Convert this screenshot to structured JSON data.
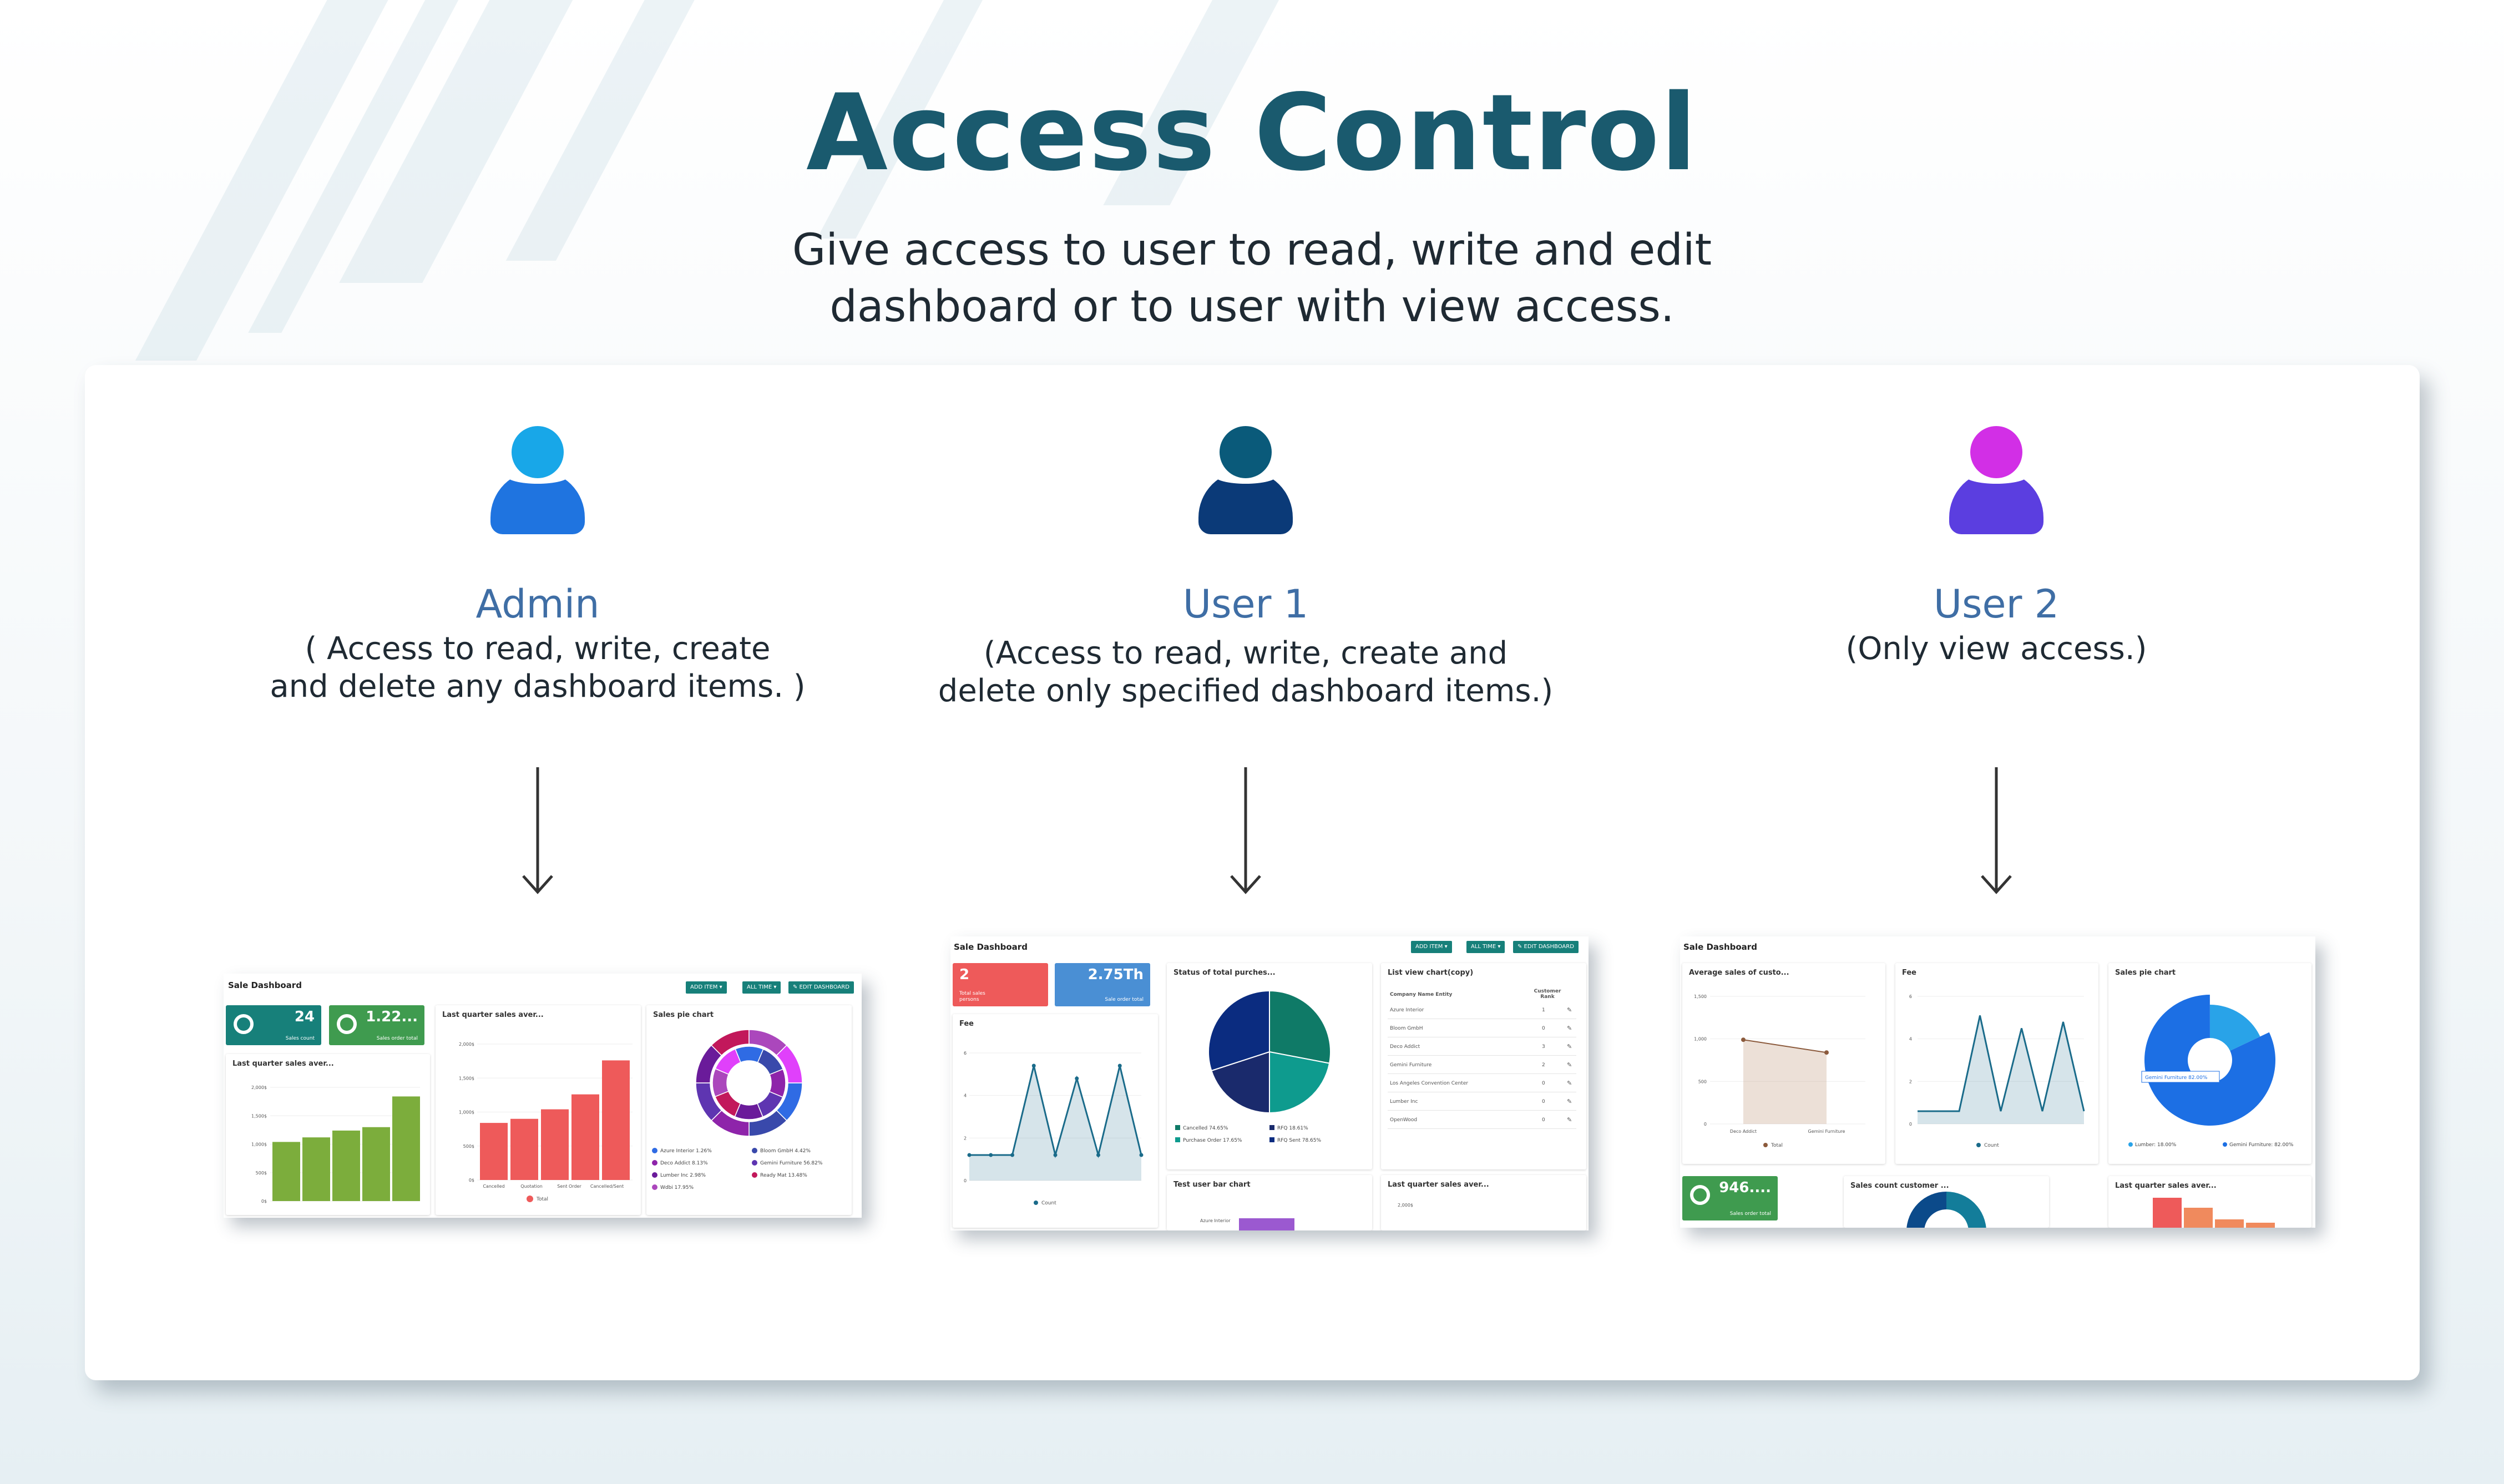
{
  "header": {
    "title": "Access Control",
    "subtitle_line1": "Give access to user to read, write and edit",
    "subtitle_line2": "dashboard or to user with view access."
  },
  "colors": {
    "title": "#1a5a6e",
    "role_name": "#3f6ea5",
    "admin_icon_head": "#18a7e8",
    "admin_icon_body": "#1f74e0",
    "user1_icon_head": "#0a5a7a",
    "user1_icon_body": "#0b3a78",
    "user2_icon_head": "#d22fe6",
    "user2_icon_body": "#5b3ee0",
    "teal": "#17807a",
    "green": "#7cad3c",
    "red": "#ee5a5a"
  },
  "roles": [
    {
      "name": "Admin",
      "desc_line1": "( Access to read, write, create",
      "desc_line2": "and delete any dashboard items. )",
      "icon": "user-icon"
    },
    {
      "name": "User 1",
      "desc_line1": "(Access to read, write, create and",
      "desc_line2": "delete only specified dashboard items.)",
      "icon": "user-icon"
    },
    {
      "name": "User 2",
      "desc_line1": "(Only view access.)",
      "desc_line2": "",
      "icon": "user-icon"
    }
  ],
  "screens": {
    "admin": {
      "title": "Sale Dashboard",
      "buttons": [
        "ADD ITEM ▾",
        "ALL TIME ▾",
        "✎ EDIT DASHBOARD"
      ],
      "kpis": [
        {
          "value": "24",
          "label": "Sales count"
        },
        {
          "value": "1.22...",
          "label": "Sales order total"
        }
      ],
      "panels": {
        "bar_green": "Last quarter sales aver...",
        "bar_red": "Last quarter sales aver...",
        "donut": "Sales pie chart"
      },
      "green_bars": [
        0.52,
        0.56,
        0.62,
        0.65,
        0.92
      ],
      "green_ticks": [
        "2,000$",
        "1,500$",
        "1,000$",
        "500$",
        "0$"
      ],
      "red_bars": [
        0.42,
        0.45,
        0.52,
        0.63,
        0.88
      ],
      "red_ticks": [
        "2,000$",
        "1,500$",
        "1,000$",
        "500$",
        "0$"
      ],
      "red_categories": [
        "Cancelled",
        "Quotation",
        "Sent Order",
        "Cancelled/Sent"
      ],
      "red_legend": "Total",
      "donut_legend": [
        {
          "label": "Azure Interior 1.26%",
          "color": "#2f6be4"
        },
        {
          "label": "Bloom GmbH 4.42%",
          "color": "#3949ab"
        },
        {
          "label": "Deco Addict 8.13%",
          "color": "#8e24aa"
        },
        {
          "label": "Gemini Furniture 56.82%",
          "color": "#5e35b1"
        },
        {
          "label": "Lumber Inc 2.98%",
          "color": "#6a1b9a"
        },
        {
          "label": "Ready Mat 13.48%",
          "color": "#c2185b"
        },
        {
          "label": "Wdbi 17.95%",
          "color": "#ab47bc"
        }
      ]
    },
    "user1": {
      "title": "Sale Dashboard",
      "buttons": [
        "ADD ITEM ▾",
        "ALL TIME ▾",
        "✎ EDIT DASHBOARD"
      ],
      "kpis": [
        {
          "value": "2",
          "label": "Total sales persons"
        },
        {
          "value": "2.75Th",
          "label": "Sale order total"
        }
      ],
      "panels": {
        "line": "Fee",
        "pie": "Status of total purches...",
        "list": "List view chart(copy)",
        "bar": "Test user bar chart",
        "bar2": "Last quarter sales aver..."
      },
      "line_legend": "Count",
      "pie_legend": [
        {
          "label": "Cancelled 74.65%",
          "color": "#0f7a67"
        },
        {
          "label": "RFQ 18.61%",
          "color": "#1a2a6c"
        },
        {
          "label": "Purchase Order 17.65%",
          "color": "#0e9b8e"
        },
        {
          "label": "RFQ Sent 78.65%",
          "color": "#0b2c80"
        }
      ],
      "list_headers": [
        "Company Name Entity",
        "Customer Rank"
      ],
      "list_rows": [
        [
          "Azure Interior",
          "1"
        ],
        [
          "Bloom GmbH",
          "0"
        ],
        [
          "Deco Addict",
          "3"
        ],
        [
          "Gemini Furniture",
          "2"
        ],
        [
          "Los Angeles Convention Center",
          "0"
        ],
        [
          "Lumber Inc",
          "0"
        ],
        [
          "OpenWood",
          "0"
        ]
      ],
      "bar_tick": "Azure Interior",
      "bar2_tick": "2,000$"
    },
    "user2": {
      "title": "Sale Dashboard",
      "panels": {
        "area": "Average sales of custo...",
        "line": "Fee",
        "donut": "Sales pie chart",
        "half": "Sales count customer ...",
        "bars": "Last quarter sales aver..."
      },
      "area_categories": [
        "Deco Addict",
        "Gemini Furniture"
      ],
      "area_legend": "Total",
      "line_legend": "Count",
      "donut_tooltip": "Gemini Furniture 82.00%",
      "donut_legend": [
        {
          "label": "Lumber: 18.00%",
          "color": "#29a3e8"
        },
        {
          "label": "Gemini Furniture: 82.00%",
          "color": "#1c6fe4"
        }
      ],
      "kpi": {
        "value": "946....",
        "label": "Sales order total"
      }
    }
  }
}
